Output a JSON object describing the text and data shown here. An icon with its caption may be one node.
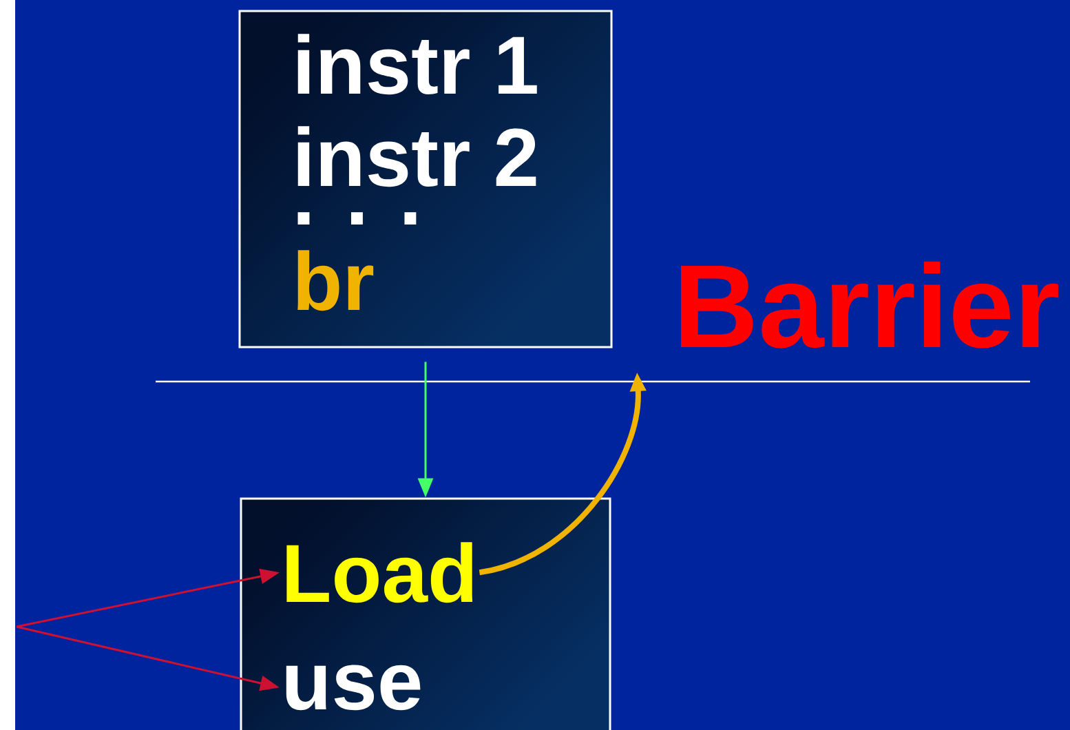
{
  "diagram": {
    "nodes": [
      {
        "text": [
          "instr 1",
          "instr 2",
          ". . .",
          "br"
        ]
      },
      {
        "text": [],
        "shape": "box"
      },
      {
        "text": [
          "Load"
        ],
        "in": 1
      },
      {
        "text": [
          "use"
        ],
        "in": 1
      },
      {
        "text": [
          "Barrier"
        ]
      }
    ],
    "edges": [
      {
        "from": 0,
        "to": 1,
        "arrow": "to",
        "color": "#44ff66"
      },
      {
        "from": 2,
        "to": 4,
        "arrow": "to",
        "style": "thick",
        "color": "#f0b400"
      },
      {
        "from": null,
        "to": 2,
        "arrow": "to",
        "color": "#cc1133"
      },
      {
        "from": null,
        "to": 3,
        "arrow": "to",
        "color": "#cc1133"
      }
    ]
  }
}
